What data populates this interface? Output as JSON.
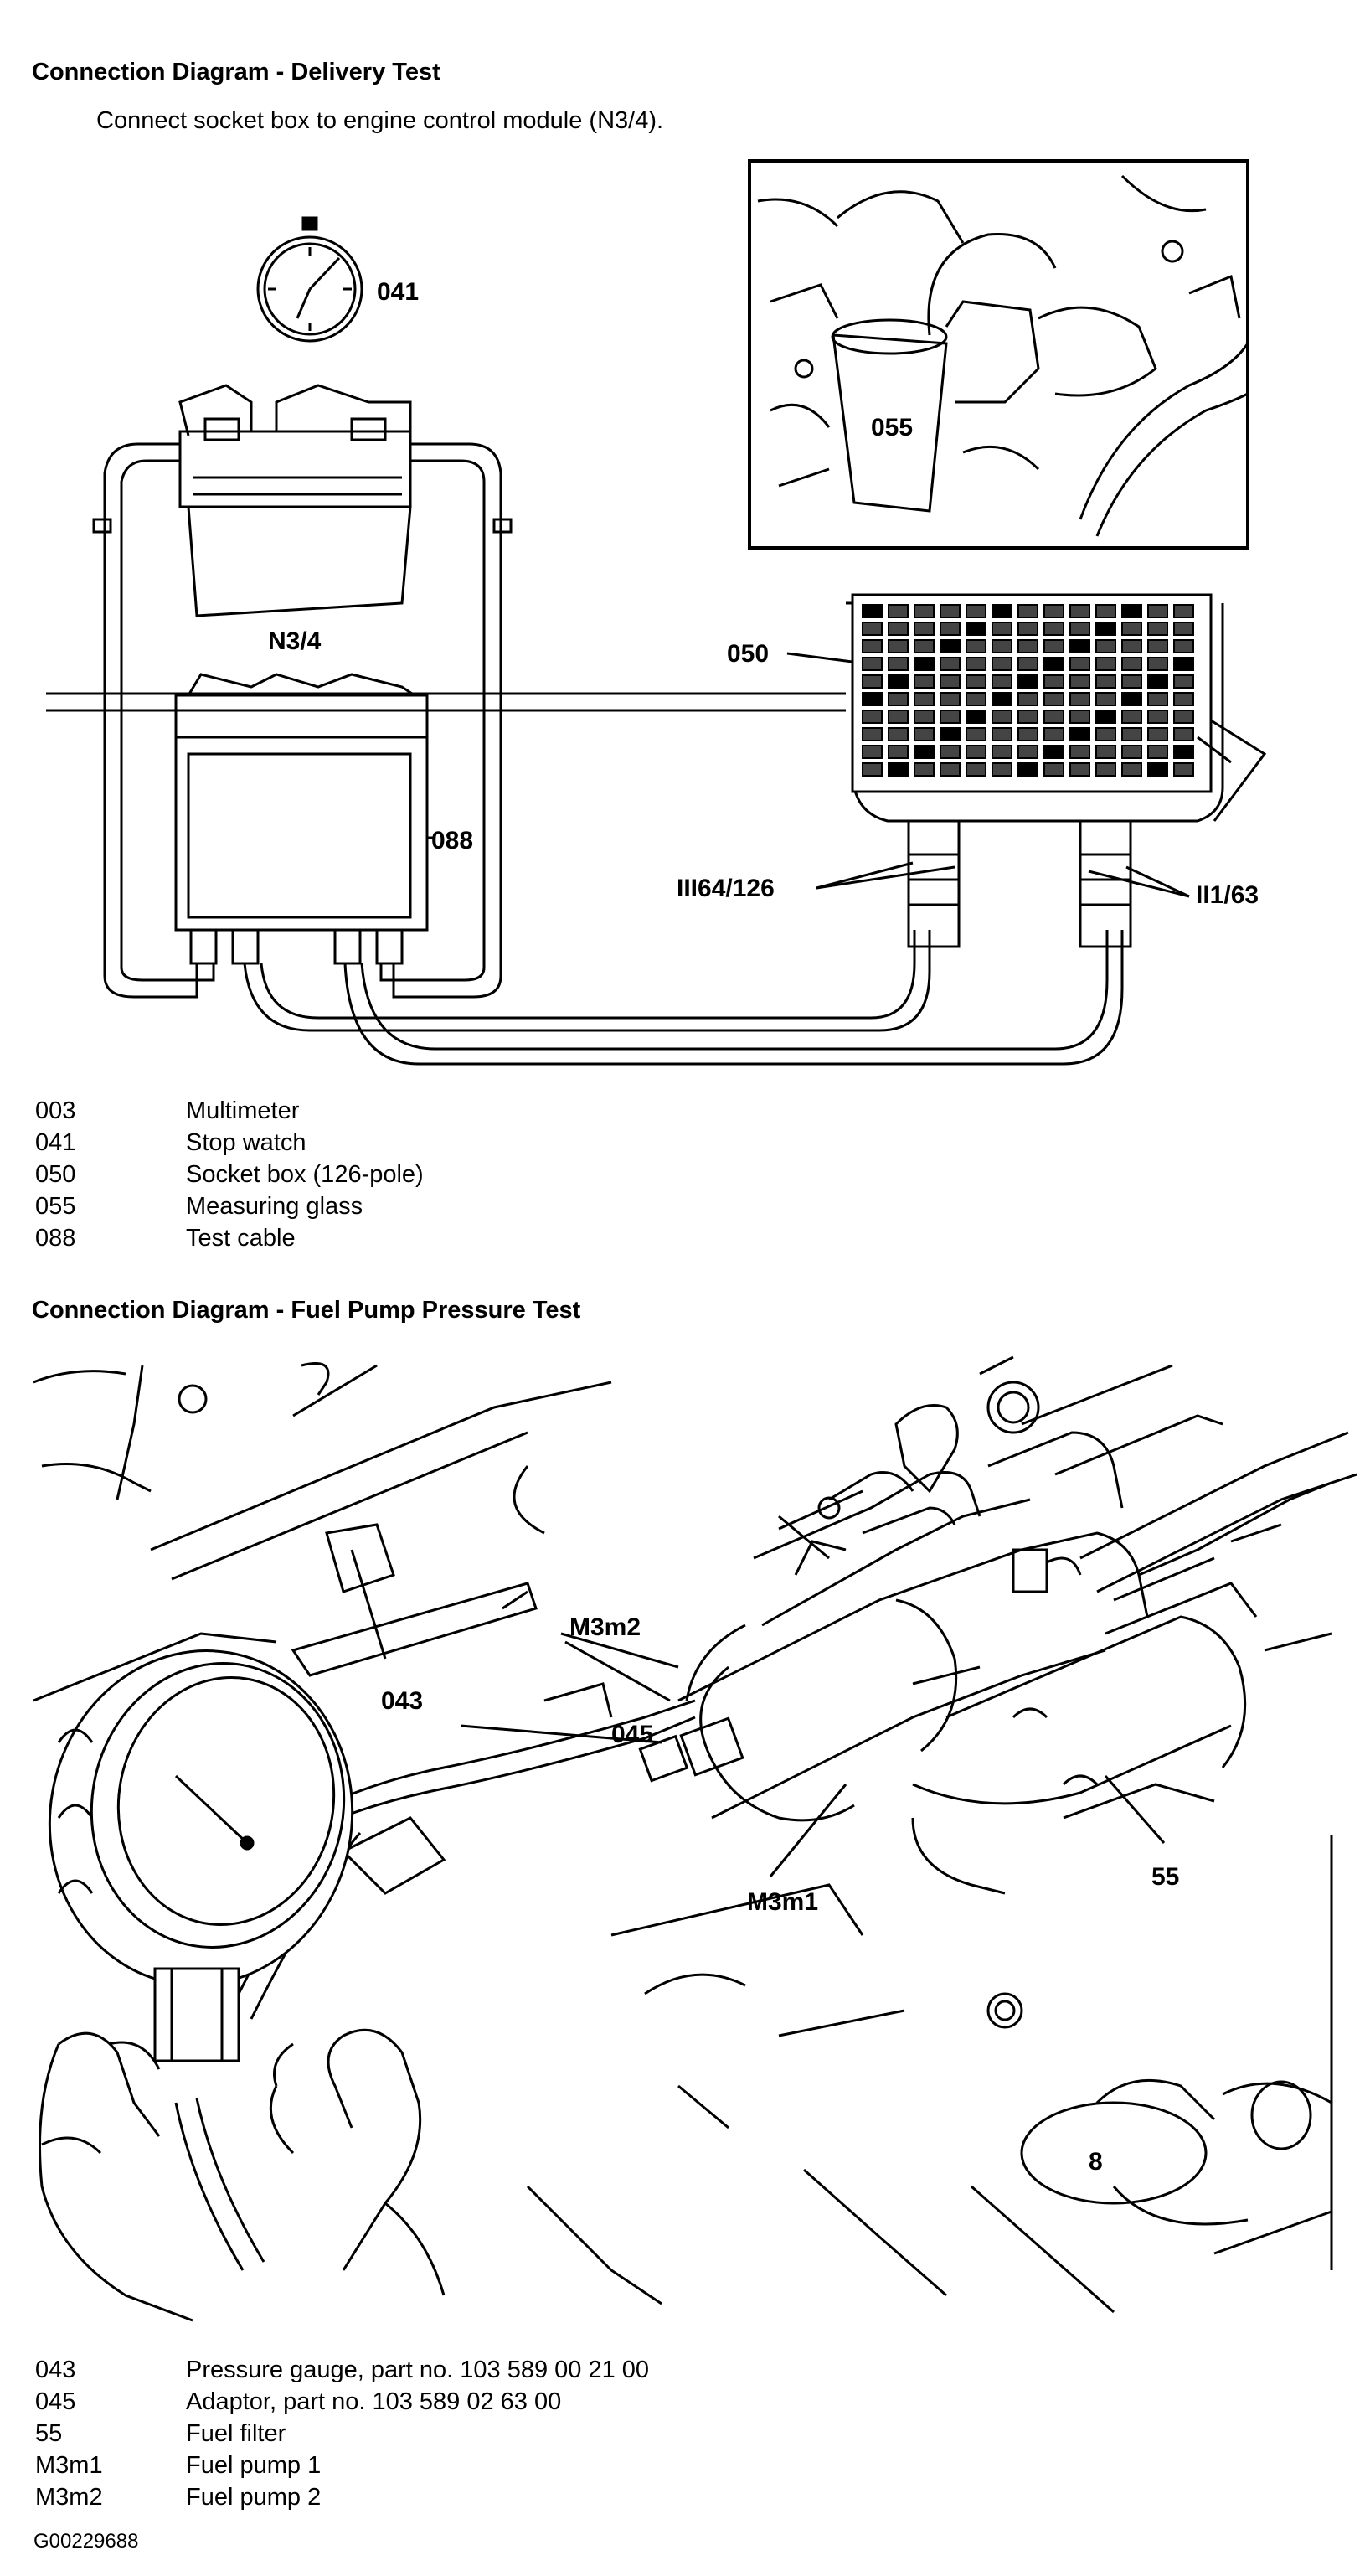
{
  "delivery_test": {
    "heading": "Connection Diagram - Delivery Test",
    "instruction": "Connect socket box to engine control module (N3/4).",
    "callouts": {
      "stopwatch": "041",
      "ecm": "N3/4",
      "socket_box": "050",
      "measuring_glass": "055",
      "test_cable": "088",
      "connector_left": "III64/126",
      "connector_right": "II1/63"
    },
    "legend": [
      {
        "code": "003",
        "desc": "Multimeter"
      },
      {
        "code": "041",
        "desc": "Stop watch"
      },
      {
        "code": "050",
        "desc": "Socket box (126-pole)"
      },
      {
        "code": "055",
        "desc": "Measuring glass"
      },
      {
        "code": "088",
        "desc": "Test cable"
      }
    ]
  },
  "pressure_test": {
    "heading": "Connection Diagram - Fuel Pump Pressure Test",
    "callouts": {
      "gauge": "043",
      "adaptor": "045",
      "fuel_filter": "55",
      "pump1": "M3m1",
      "pump2": "M3m2",
      "floor_mark": "8"
    },
    "legend": [
      {
        "code": "043",
        "desc": "Pressure gauge, part no. 103 589 00 21 00"
      },
      {
        "code": "045",
        "desc": "Adaptor, part no. 103 589 02 63 00"
      },
      {
        "code": "55",
        "desc": "Fuel filter"
      },
      {
        "code": "M3m1",
        "desc": "Fuel pump 1"
      },
      {
        "code": "M3m2",
        "desc": "Fuel pump 2"
      }
    ]
  },
  "figure_id": "G00229688"
}
